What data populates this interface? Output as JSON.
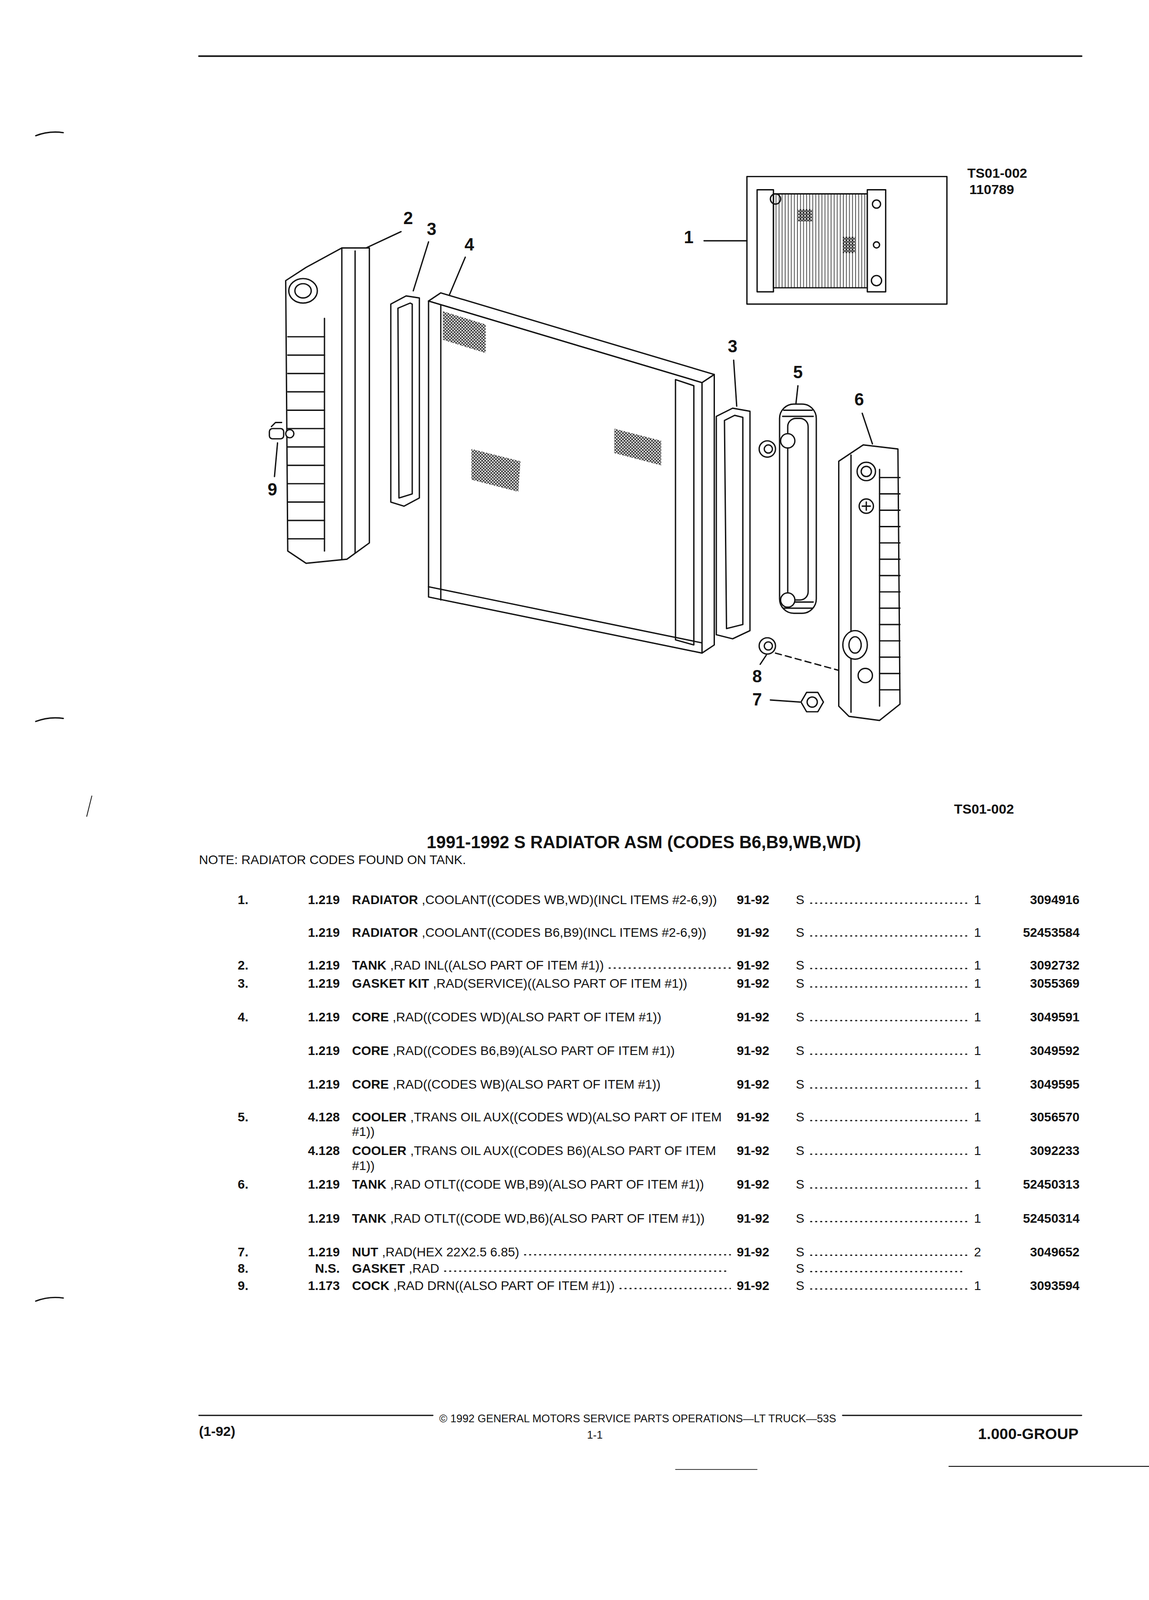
{
  "diagram": {
    "title": "1991-1992 S RADIATOR ASM (CODES B6,B9,WB,WD)",
    "labels": [
      "TS01-002",
      "110789",
      "1",
      "2",
      "3",
      "4",
      "3",
      "5",
      "6",
      "9",
      "8",
      "7",
      "TS01-002",
      "NOTE: RADIATOR CODES FOUND ON TANK.",
      "1.",
      "1.219",
      "RADIATOR",
      ",COOLANT((CODES WB,WD)(INCL ITEMS #2-6,9))",
      "91-92",
      "S",
      "1",
      "3094916",
      "1.219",
      "RADIATOR",
      ",COOLANT((CODES B6,B9)(INCL ITEMS #2-6,9))",
      "91-92",
      "S",
      "1",
      "52453584",
      "2.",
      "1.219",
      "TANK",
      ",RAD INL((ALSO PART OF ITEM #1))",
      "91-92",
      "S",
      "1",
      "3092732",
      "3.",
      "1.219",
      "GASKET KIT",
      ",RAD(SERVICE)((ALSO PART OF ITEM #1))",
      "91-92",
      "S",
      "1",
      "3055369",
      "4.",
      "1.219",
      "CORE",
      ",RAD((CODES WD)(ALSO PART OF ITEM #1))",
      "91-92",
      "S",
      "1",
      "3049591",
      "1.219",
      "CORE",
      ",RAD((CODES B6,B9)(ALSO PART OF ITEM #1))",
      "91-92",
      "S",
      "1",
      "3049592",
      "1.219",
      "CORE",
      ",RAD((CODES WB)(ALSO PART OF ITEM #1))",
      "91-92",
      "S",
      "1",
      "3049595",
      "5.",
      "4.128",
      "COOLER",
      ",TRANS OIL AUX((CODES WD)(ALSO PART OF ITEM #1))",
      "91-92",
      "S",
      "1",
      "3056570",
      "4.128",
      "COOLER",
      ",TRANS OIL AUX((CODES B6)(ALSO PART OF ITEM #1))",
      "91-92",
      "S",
      "1",
      "3092233",
      "6.",
      "1.219",
      "TANK",
      ",RAD OTLT((CODE WB,B9)(ALSO PART OF ITEM #1))",
      "91-92",
      "S",
      "1",
      "52450313",
      "1.219",
      "TANK",
      ",RAD OTLT((CODE WD,B6)(ALSO PART OF ITEM #1))",
      "91-92",
      "S",
      "1",
      "52450314",
      "7.",
      "1.219",
      "NUT",
      ",RAD(HEX 22X2.5 6.85)",
      "91-92",
      "S",
      "2",
      "3049652",
      "8.",
      "N.S.",
      "GASKET",
      ",RAD",
      "S",
      "9.",
      "1.173",
      "COCK",
      ",RAD DRN((ALSO PART OF ITEM #1))",
      "91-92",
      "S",
      "1",
      "3093594",
      "(1-92)",
      "© 1992 GENERAL MOTORS SERVICE PARTS OPERATIONS—LT TRUCK—53S",
      "1-1",
      "1.000-GROUP"
    ]
  }
}
